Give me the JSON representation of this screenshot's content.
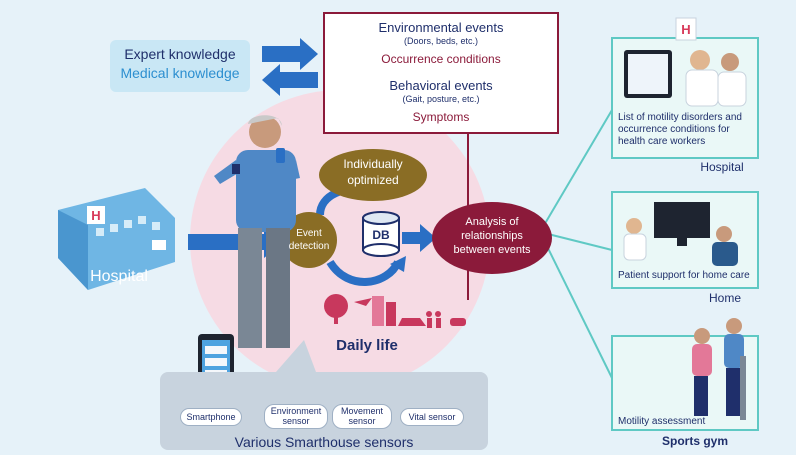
{
  "knowledge": {
    "expert": "Expert knowledge",
    "medical": "Medical knowledge"
  },
  "events": {
    "environmental_title": "Environmental events",
    "environmental_examples": "(Doors, beds, etc.)",
    "occurrence": "Occurrence conditions",
    "behavioral_title": "Behavioral events",
    "behavioral_examples": "(Gait, posture, etc.)",
    "symptoms": "Symptoms"
  },
  "center": {
    "optimized_line1": "Individually",
    "optimized_line2": "optimized",
    "detection_line1": "Event",
    "detection_line2": "detection",
    "db": "DB",
    "analysis_line1": "Analysis of",
    "analysis_line2": "relationships",
    "analysis_line3": "between events",
    "daily_life": "Daily life"
  },
  "left": {
    "hospital": "Hospital"
  },
  "sensors": {
    "smartphone": "Smartphone",
    "environment_line1": "Environment",
    "environment_line2": "sensor",
    "movement_line1": "Movement",
    "movement_line2": "sensor",
    "vital": "Vital sensor",
    "title": "Various Smarthouse sensors"
  },
  "right": {
    "hospital_caption": "List of motility disorders and occurrence conditions for health care workers",
    "hospital_label": "Hospital",
    "home_caption": "Patient support for home care",
    "home_label": "Home",
    "gym_caption": "Motility assessment",
    "gym_label": "Sports gym"
  },
  "icons": [
    "h-sign-icon",
    "bed-icon",
    "person-icon",
    "smartwatch-icon",
    "db-cylinder-icon",
    "tree-icon",
    "airplane-icon",
    "building-icon",
    "car-icon",
    "family-icon",
    "smartphone-icon",
    "sensor-device-icon",
    "doctor-icon",
    "computer-icon",
    "treadmill-icon"
  ],
  "colors": {
    "navy": "#1f2f6b",
    "arrow_blue": "#2a6fc4",
    "maroon": "#8b1a3a",
    "olive": "#8a6d25",
    "teal": "#5fc9c4",
    "pink": "#f6dbe4",
    "light_blue": "#c9e7f5"
  }
}
